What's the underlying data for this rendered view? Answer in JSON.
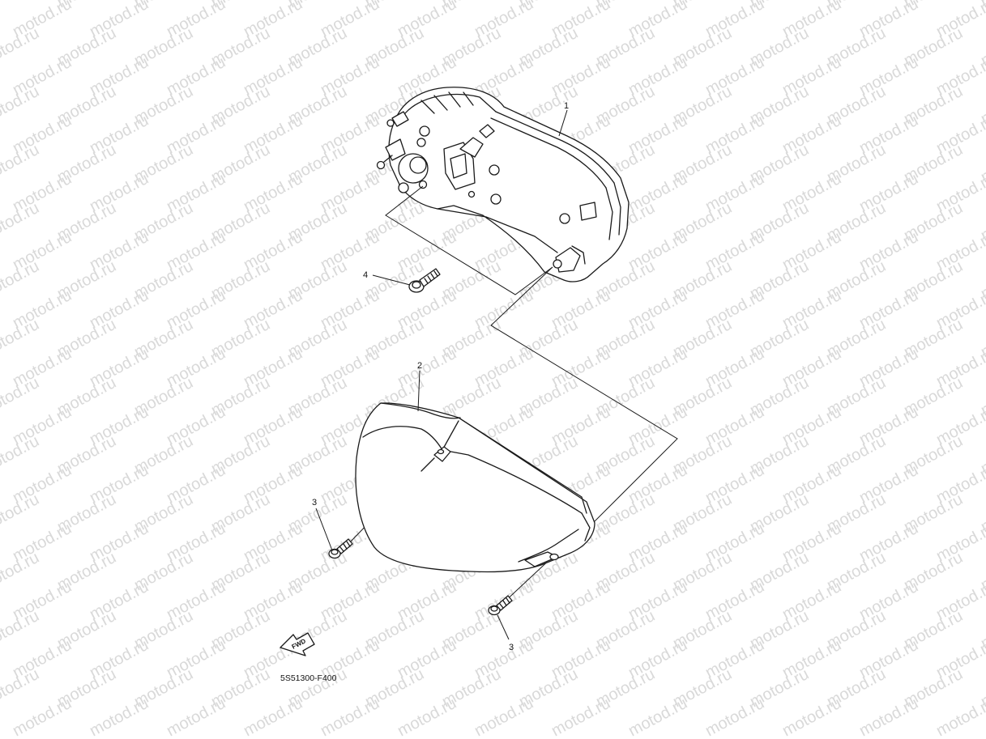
{
  "watermark": {
    "text": "motod.ru"
  },
  "callouts": {
    "meter_assembly": "1",
    "meter_cover": "2",
    "cover_screw_left": "3",
    "cover_screw_right": "3",
    "meter_screw": "4"
  },
  "direction_arrow": {
    "label": "FWD"
  },
  "drawing_code": "5S51300-F400",
  "colors": {
    "line": "#1a1a1a",
    "watermark": "#d9d9d9",
    "background": "#ffffff"
  }
}
